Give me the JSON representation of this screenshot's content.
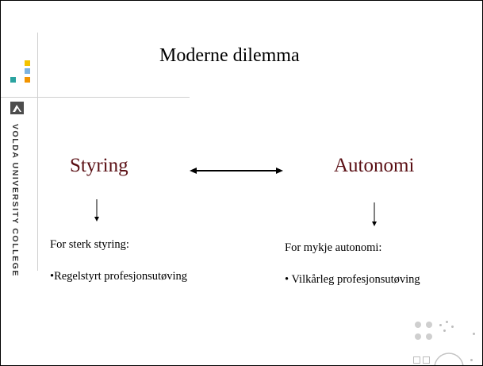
{
  "slide": {
    "title": "Moderne dilemma",
    "left_concept": {
      "label": "Styring",
      "heading": "For sterk styring:",
      "bullet": "•Regelstyrt profesjonsutøving"
    },
    "right_concept": {
      "label": "Autonomi",
      "heading": "For mykje autonomi:",
      "bullet": "• Vilkårleg profesjonsutøving"
    }
  },
  "branding": {
    "institution_name": "VOLDA UNIVERSITY COLLEGE",
    "logo_squares": [
      "#f4c300",
      "#7db3e0",
      "#2ba3a0",
      "#f29400"
    ]
  },
  "colors": {
    "concept_text": "#5a0f14",
    "accent_lines": "#d0d0d0"
  }
}
